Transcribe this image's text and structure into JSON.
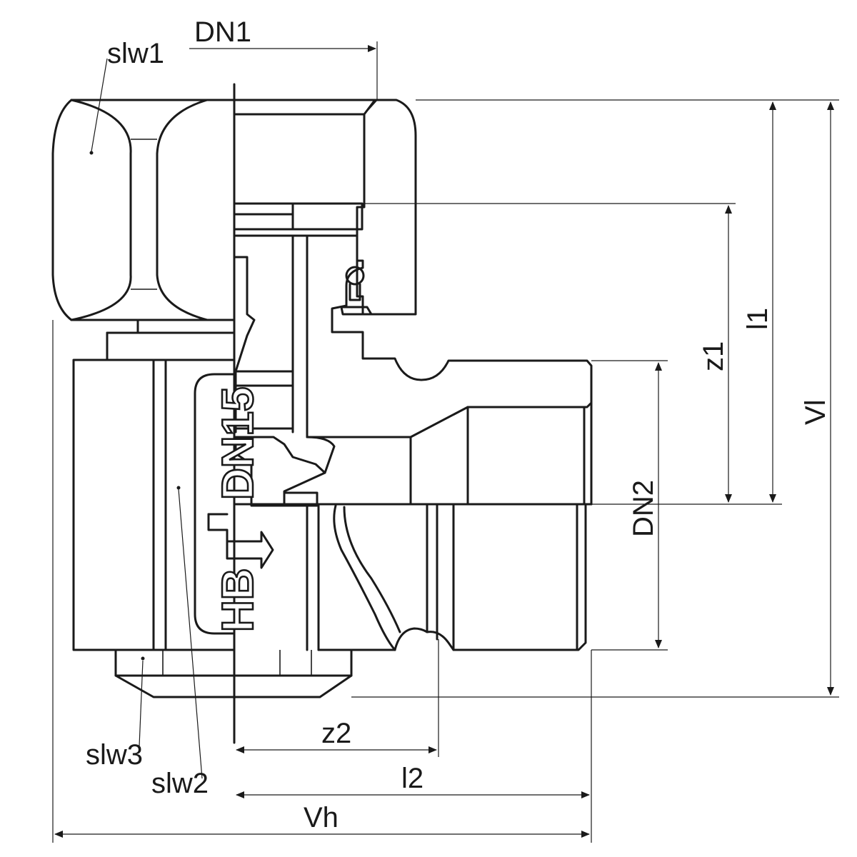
{
  "labels": {
    "dn1": "DN1",
    "dn2": "DN2",
    "slw1": "slw1",
    "slw2": "slw2",
    "slw3": "slw3",
    "z1": "z1",
    "l1": "l1",
    "vl": "Vl",
    "z2": "z2",
    "l2": "l2",
    "vh": "Vh"
  },
  "marking": {
    "brand": "HB",
    "size": "DN15"
  }
}
